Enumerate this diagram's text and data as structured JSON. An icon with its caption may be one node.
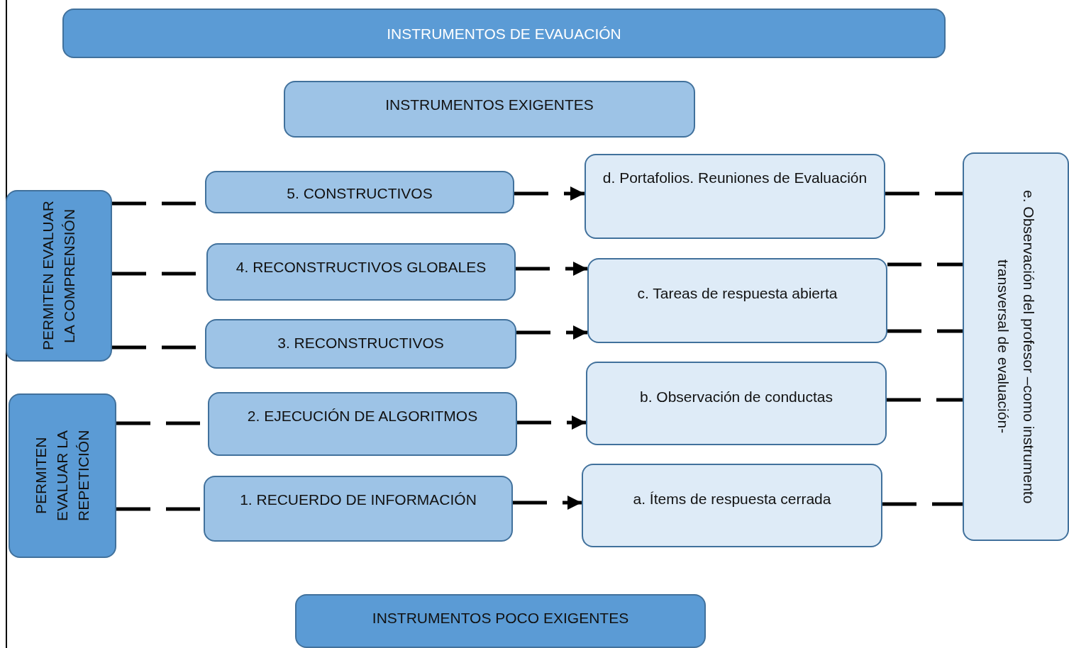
{
  "diagram": {
    "nodes": [
      {
        "text": [
          "INSTRUMENTOS DE EVAUACIÓN"
        ]
      },
      {
        "text": [
          "INSTRUMENTOS EXIGENTES"
        ]
      },
      {
        "text": [
          "PERMITEN EVALUAR LA COMPRENSIÓN"
        ]
      },
      {
        "text": [
          "5. CONSTRUCTIVOS"
        ]
      },
      {
        "text": [
          "d. Portafolios. Reuniones de Evaluación"
        ]
      },
      {
        "text": [
          "e. Observación del profesor –como instrumento transversal de evaluación-"
        ]
      },
      {
        "text": [
          "4. RECONSTRUCTIVOS GLOBALES"
        ]
      },
      {
        "text": [
          "c. Tareas de respuesta abierta"
        ]
      },
      {
        "text": [
          "3. RECONSTRUCTIVOS"
        ]
      },
      {
        "text": [
          "PERMITEN EVALUAR LA REPETICIÓN"
        ]
      },
      {
        "text": [
          "2. EJECUCIÓN DE ALGORITMOS"
        ]
      },
      {
        "text": [
          "b. Observación de conductas"
        ]
      },
      {
        "text": [
          "1. RECUERDO DE INFORMACIÓN"
        ]
      },
      {
        "text": [
          "a. Ítems de respuesta cerrada"
        ]
      },
      {
        "text": [
          "INSTRUMENTOS POCO EXIGENTES"
        ]
      }
    ],
    "edges": [
      {
        "from": 2,
        "to": 3,
        "arrow": "none",
        "style": "dashed"
      },
      {
        "from": 2,
        "to": 6,
        "arrow": "none",
        "style": "dashed"
      },
      {
        "from": 2,
        "to": 8,
        "arrow": "none",
        "style": "dashed"
      },
      {
        "from": 9,
        "to": 10,
        "arrow": "none",
        "style": "dashed"
      },
      {
        "from": 9,
        "to": 12,
        "arrow": "none",
        "style": "dashed"
      },
      {
        "from": 3,
        "to": 4,
        "arrow": "to",
        "style": "dashed"
      },
      {
        "from": 6,
        "to": 7,
        "arrow": "to",
        "style": "dashed"
      },
      {
        "from": 8,
        "to": 7,
        "arrow": "to",
        "style": "dashed"
      },
      {
        "from": 10,
        "to": 11,
        "arrow": "to",
        "style": "dashed"
      },
      {
        "from": 12,
        "to": 13,
        "arrow": "to",
        "style": "dashed"
      },
      {
        "from": 4,
        "to": 5,
        "arrow": "none",
        "style": "dashed"
      },
      {
        "from": 7,
        "to": 5,
        "arrow": "none",
        "style": "dashed"
      },
      {
        "from": 7,
        "to": 5,
        "arrow": "none",
        "style": "dashed"
      },
      {
        "from": 11,
        "to": 5,
        "arrow": "none",
        "style": "dashed"
      },
      {
        "from": 13,
        "to": 5,
        "arrow": "none",
        "style": "dashed"
      }
    ]
  }
}
